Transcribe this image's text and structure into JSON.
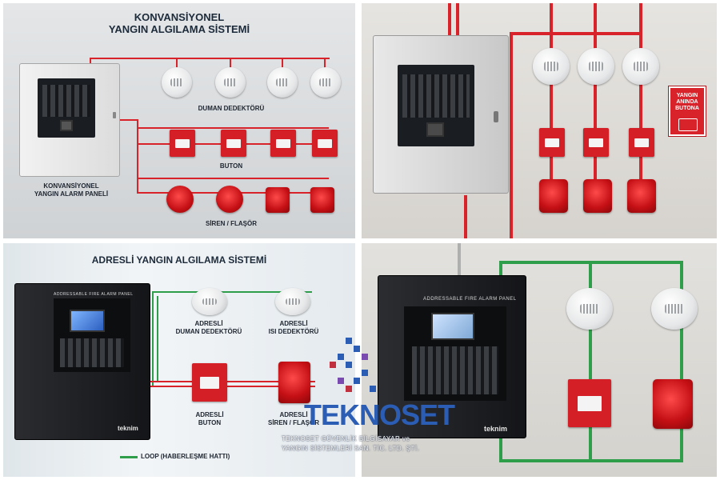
{
  "panels": {
    "conventional": {
      "title_line1": "KONVANSİYONEL",
      "title_line2": "YANGIN ALGILAMA SİSTEMİ",
      "panel_label_line1": "KONVANSİYONEL",
      "panel_label_line2": "YANGIN ALARM PANELİ",
      "smoke_label": "DUMAN DEDEKTÖRÜ",
      "button_label": "BUTON",
      "siren_label": "SİREN / FLAŞÖR"
    },
    "conventional_photo": {
      "sign_line1": "YANGIN",
      "sign_line2": "ANINDA",
      "sign_line3": "BUTONA"
    },
    "addressable": {
      "title": "ADRESLİ YANGIN ALGILAMA SİSTEMİ",
      "panel_title": "ADDRESSABLE FIRE ALARM PANEL",
      "brand": "teknim",
      "smoke_label_line1": "ADRESLİ",
      "smoke_label_line2": "DUMAN DEDEKTÖRÜ",
      "heat_label_line1": "ADRESLİ",
      "heat_label_line2": "ISI DEDEKTÖRÜ",
      "button_label_line1": "ADRESLİ",
      "button_label_line2": "BUTON",
      "siren_label_line1": "ADRESLİ",
      "siren_label_line2": "SİREN / FLAŞÖR",
      "legend_label": "LOOP (HABERLEŞME HATTI)"
    },
    "addressable_photo": {
      "panel_title": "ADDRESSABLE FIRE ALARM PANEL",
      "brand": "teknim"
    }
  },
  "watermark": {
    "name": "TEKNOSET",
    "line1": "TEKNOSET GÜVENLİK BİLGİSAYAR ve",
    "line2": "YANGIN SİSTEMLERİ SAN. TİC. LTD. ŞTİ."
  },
  "colors": {
    "wire_red": "#d9232a",
    "loop_green": "#2f9e4a",
    "brand_blue": "#2b5db5"
  }
}
